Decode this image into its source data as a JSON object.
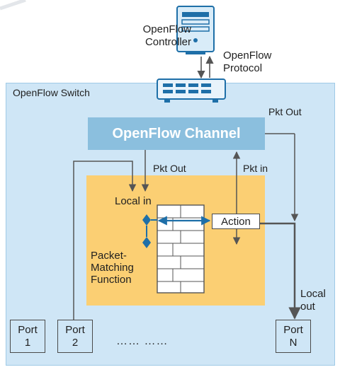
{
  "controller": {
    "label_line1": "OpenFlow",
    "label_line2": "Controller"
  },
  "protocol": {
    "label_line1": "OpenFlow",
    "label_line2": "Protocol"
  },
  "switch": {
    "label": "OpenFlow Switch"
  },
  "channel": {
    "label": "OpenFlow Channel"
  },
  "arrows": {
    "pkt_out_top": "Pkt Out",
    "pkt_out_mid": "Pkt Out",
    "pkt_in": "Pkt in",
    "local_in": "Local in",
    "local_out_line1": "Local",
    "local_out_line2": "out"
  },
  "packet_matching": {
    "line1": "Packet-",
    "line2": "Matching",
    "line3": "Function"
  },
  "action": {
    "label": "Action"
  },
  "ports": [
    {
      "line1": "Port",
      "line2": "1"
    },
    {
      "line1": "Port",
      "line2": "2"
    },
    {
      "line1": "Port",
      "line2": "N"
    }
  ],
  "ellipsis": "…… ……",
  "colors": {
    "switch_fill": "#cfe6f6",
    "channel_fill": "#8bbfde",
    "matching_fill": "#fbcf73",
    "accent_blue": "#1e6fa8",
    "line_gray": "#555555"
  }
}
